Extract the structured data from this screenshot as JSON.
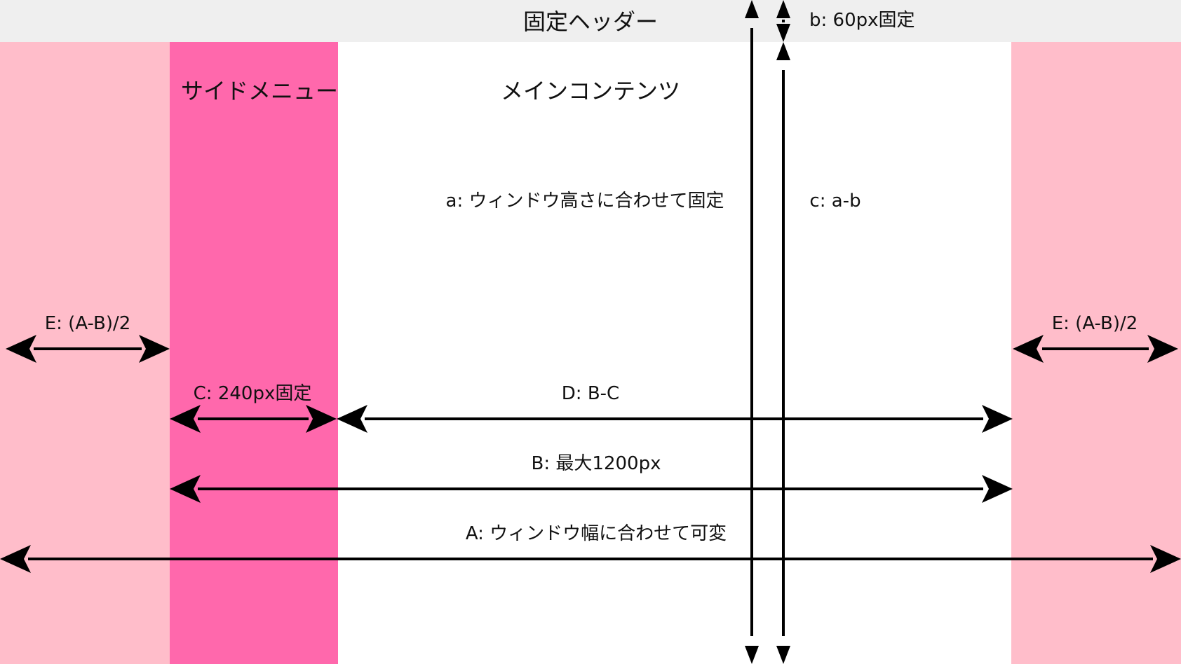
{
  "colors": {
    "header_bg": "#efefef",
    "outer_margin": "#ffbdca",
    "side_menu": "#ff68ac",
    "main_bg": "#ffffff",
    "arrow": "#000000"
  },
  "regions": {
    "header": "固定ヘッダー",
    "side_menu": "サイドメニュー",
    "main": "メインコンテンツ"
  },
  "labels": {
    "b": "b: 60px固定",
    "a": "a: ウィンドウ高さに合わせて固定",
    "c": "c: a-b",
    "e_left": "E: (A-B)/2",
    "e_right": "E: (A-B)/2",
    "C": "C: 240px固定",
    "D": "D: B-C",
    "B": "B: 最大1200px",
    "A": "A: ウィンドウ幅に合わせて可変"
  }
}
